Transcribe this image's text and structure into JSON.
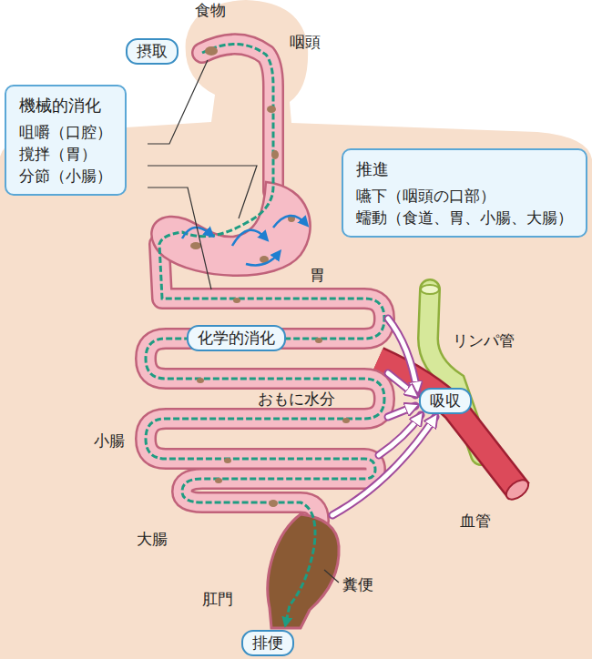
{
  "diagram": {
    "nodes": [
      {
        "text": [
          "摂取"
        ]
      },
      {
        "text": [
          "機械的消化",
          "咀嚼（口腔）",
          "撹拌（胃）",
          "分節（小腸）"
        ]
      },
      {
        "text": [
          "推進",
          "嚥下（咽頭の口部）",
          "蠕動（食道、胃、小腸、大腸）"
        ]
      },
      {
        "text": [
          "化学的消化"
        ]
      },
      {
        "text": [
          "吸収"
        ]
      },
      {
        "text": [
          "排便"
        ]
      }
    ],
    "labels": [
      "食物",
      "咽頭",
      "胃",
      "リンパ管",
      "おもに水分",
      "小腸",
      "血管",
      "大腸",
      "糞便",
      "肛門"
    ]
  }
}
